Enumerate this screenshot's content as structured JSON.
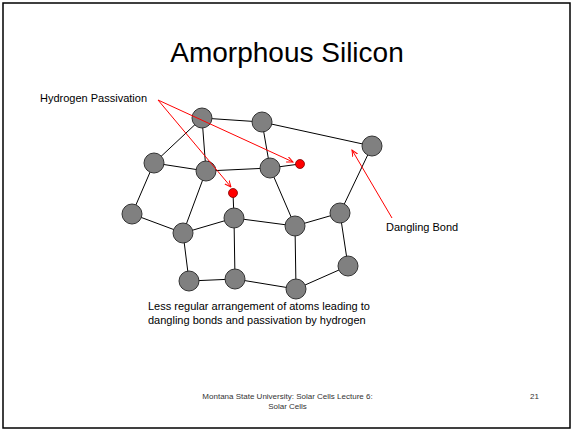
{
  "diagram": {
    "title": "Amorphous Silicon",
    "caption": "Less regular arrangement of atoms leading to dangling bonds and passivation by hydrogen",
    "labels": [
      "Hydrogen Passivation",
      "Dangling Bond",
      "Montana State University: Solar Cells Lecture 6: Solar Cells",
      "21"
    ]
  }
}
